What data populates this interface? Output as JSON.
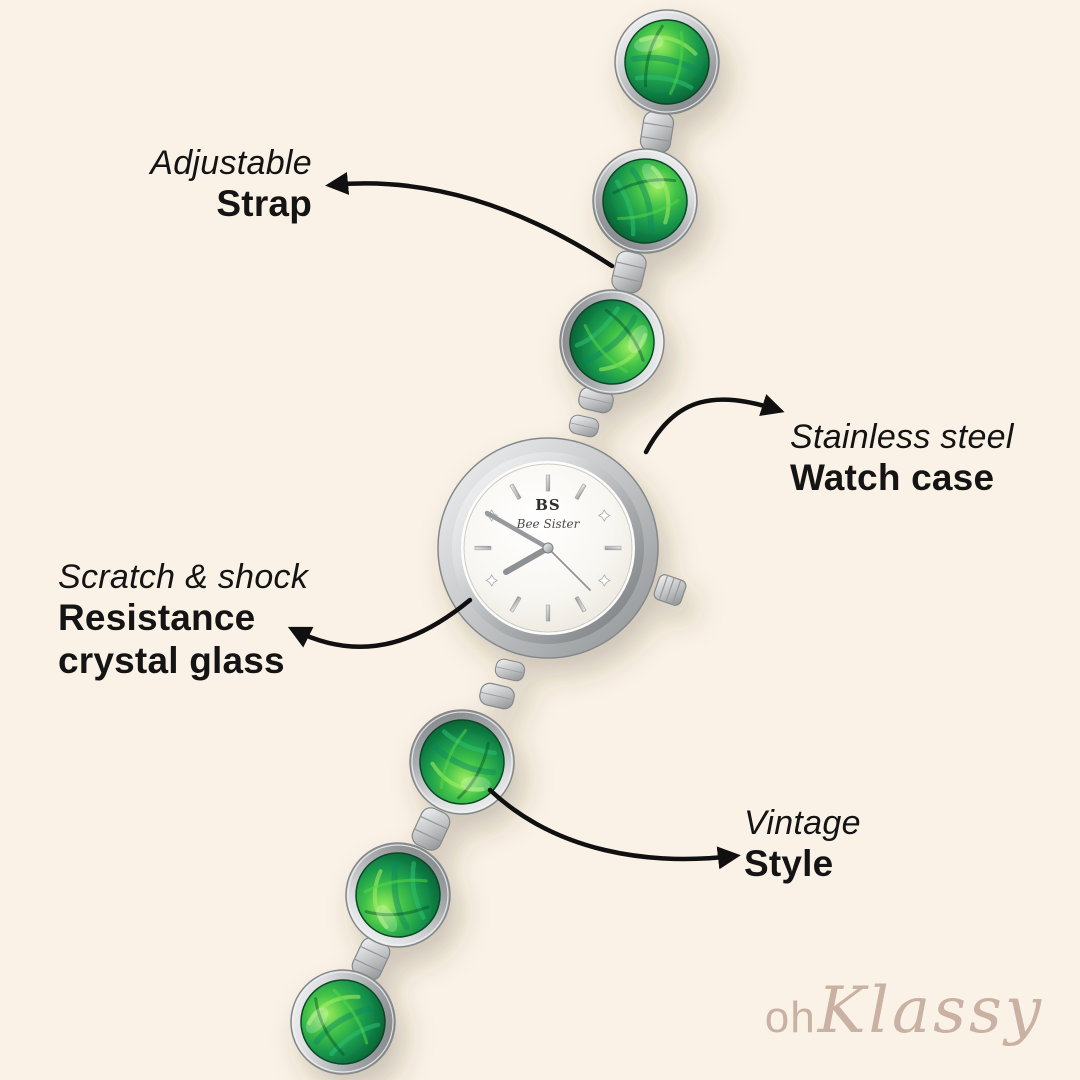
{
  "colors": {
    "background": "#faf2e6",
    "ink": "#141414",
    "logo": "#c9b1a3",
    "stone_green": "#16944d",
    "silver": "#c3c5c7"
  },
  "annotations": {
    "strap": {
      "line1": "Adjustable",
      "line2": "Strap"
    },
    "watch_case": {
      "line1": "Stainless steel",
      "line2": "Watch case"
    },
    "crystal": {
      "line1": "Scratch & shock",
      "line2": "Resistance",
      "line3": "crystal glass"
    },
    "vintage": {
      "line1": "Vintage",
      "line2": "Style"
    }
  },
  "watch": {
    "brand_initials": "BS",
    "brand_script": "Bee Sister"
  },
  "logo": {
    "prefix": "oh",
    "name": "Klassy"
  }
}
